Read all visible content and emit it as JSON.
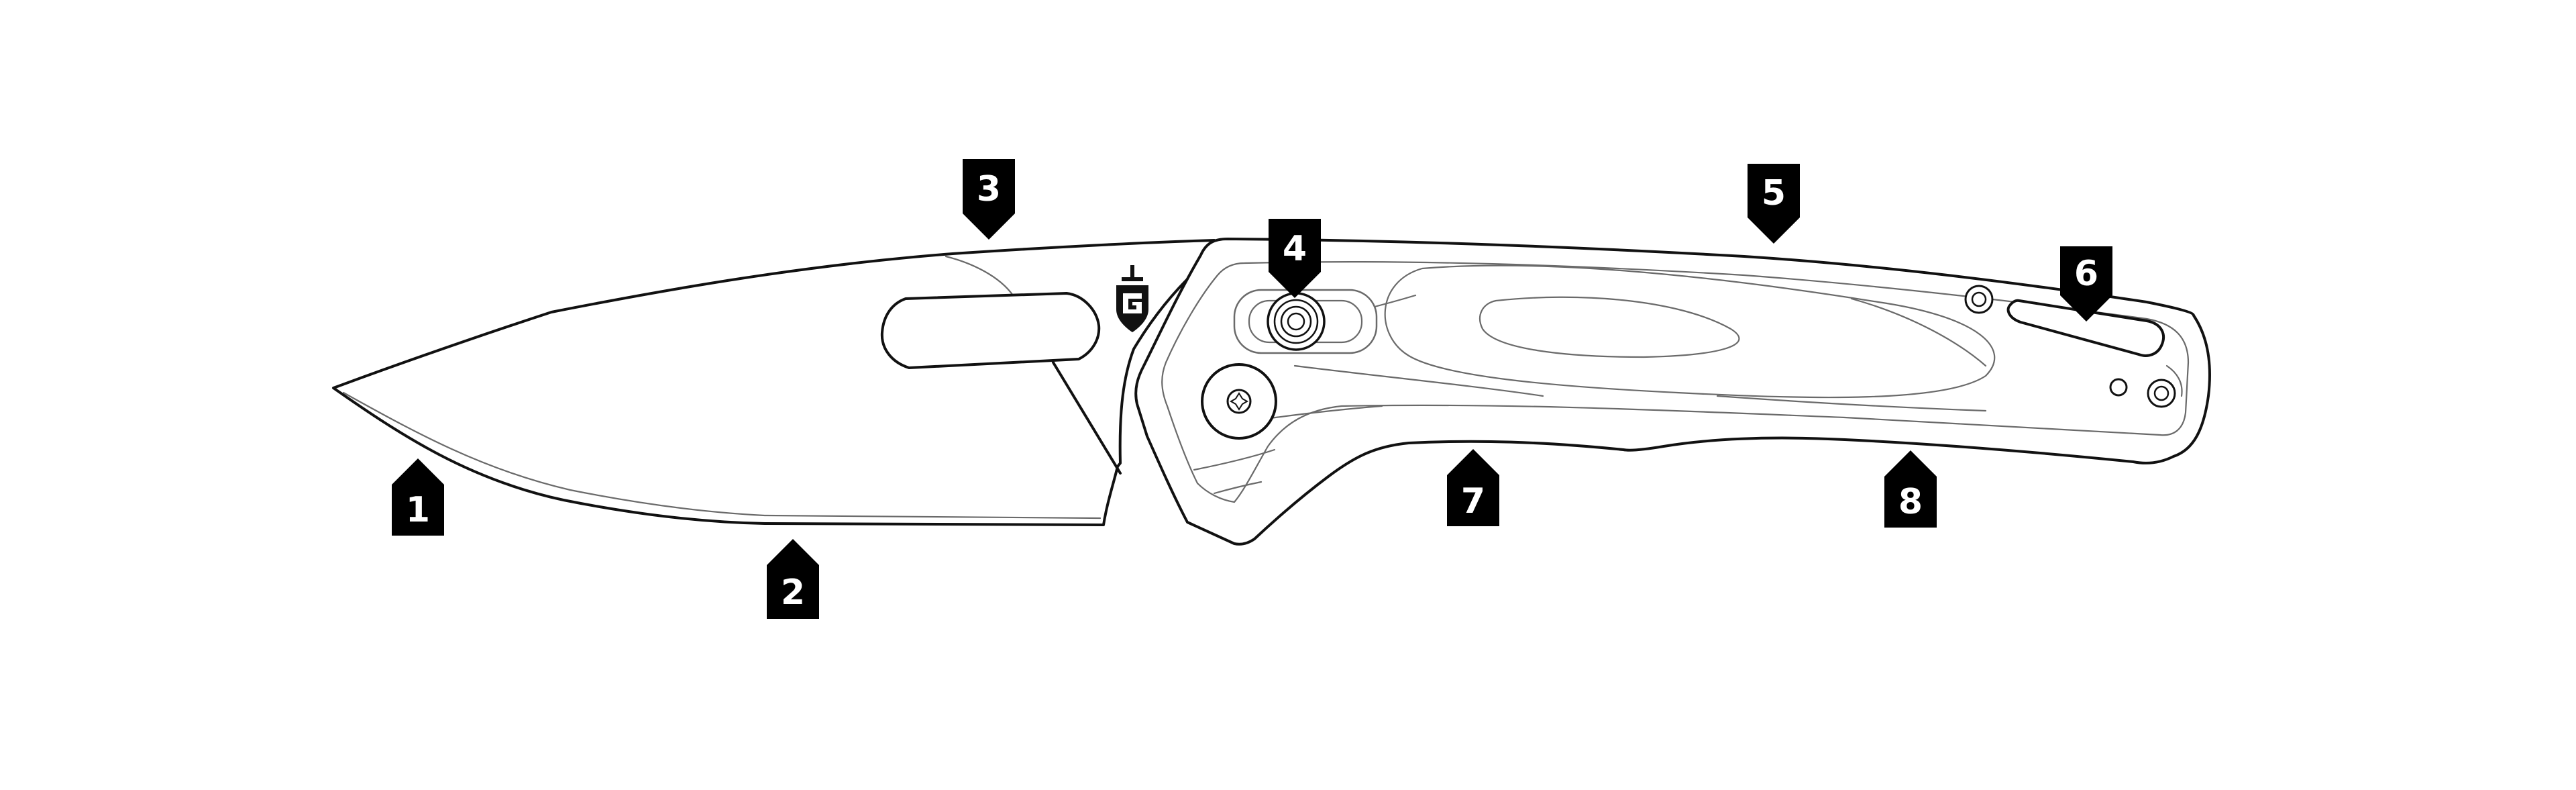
{
  "colors": {
    "callout": "#000000",
    "callout_text": "#ffffff",
    "outline": "#111111",
    "background": "#ffffff"
  },
  "logo": {
    "icon": "gerber-shield-logo"
  },
  "callouts": [
    {
      "number": "1",
      "points": "up"
    },
    {
      "number": "2",
      "points": "up"
    },
    {
      "number": "3",
      "points": "down"
    },
    {
      "number": "4",
      "points": "down"
    },
    {
      "number": "5",
      "points": "down"
    },
    {
      "number": "6",
      "points": "down"
    },
    {
      "number": "7",
      "points": "up"
    },
    {
      "number": "8",
      "points": "up"
    }
  ]
}
